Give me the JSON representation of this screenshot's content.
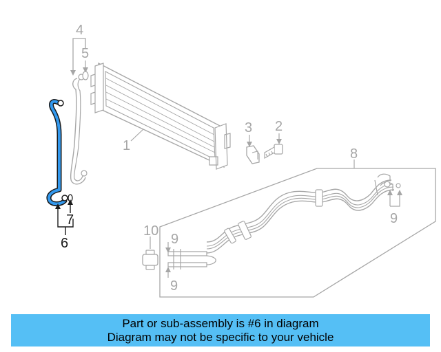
{
  "colors": {
    "part_gray": "#a6a6a6",
    "highlight_blue": "#3399ee",
    "callout_dark": "#1a1a1a",
    "banner_bg": "#55bff5"
  },
  "callouts": {
    "c1": "1",
    "c2": "2",
    "c3": "3",
    "c4": "4",
    "c5": "5",
    "c6": "6",
    "c7": "7",
    "c8": "8",
    "c9a": "9",
    "c9b": "9",
    "c9c": "9",
    "c10": "10"
  },
  "banner": {
    "line1": "Part or sub-assembly is #6 in diagram",
    "line2": "Diagram may not be specific to your vehicle"
  }
}
